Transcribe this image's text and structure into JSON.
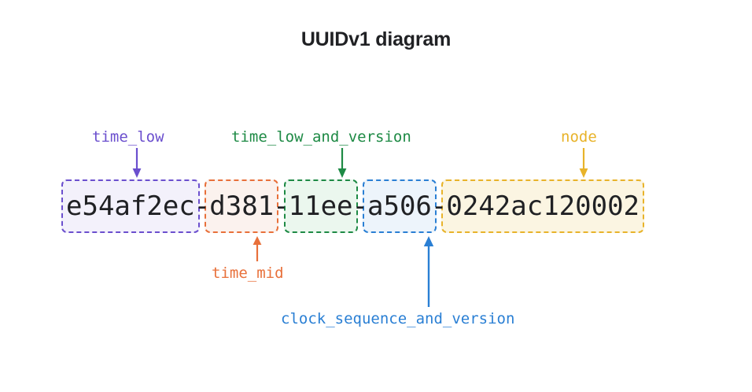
{
  "title": "UUIDv1 diagram",
  "uuid": {
    "full": "e54af2ec-d381-11ee-a506-0242ac120002",
    "separator": "-",
    "segments": [
      {
        "id": "time_low",
        "value": "e54af2ec",
        "color": "#6b4fce",
        "fill": "#f3f1fb",
        "label": "time_low",
        "label_position": "top"
      },
      {
        "id": "time_mid",
        "value": "d381",
        "color": "#e8703a",
        "fill": "#fbf2ee",
        "label": "time_mid",
        "label_position": "bottom"
      },
      {
        "id": "time_low_and_version",
        "value": "11ee",
        "color": "#1e8a45",
        "fill": "#ebf7ee",
        "label": "time_low_and_version",
        "label_position": "top"
      },
      {
        "id": "clock_sequence_and_version",
        "value": "a506",
        "color": "#2a7fd4",
        "fill": "#edf4fb",
        "label": "clock_sequence_and_version",
        "label_position": "bottom"
      },
      {
        "id": "node",
        "value": "0242ac120002",
        "color": "#e8b32a",
        "fill": "#fbf5e2",
        "label": "node",
        "label_position": "top"
      }
    ]
  },
  "colors": {
    "background": "#ffffff",
    "text": "#202124",
    "purple": "#6b4fce",
    "orange": "#e8703a",
    "green": "#1e8a45",
    "blue": "#2a7fd4",
    "yellow": "#e8b32a"
  }
}
